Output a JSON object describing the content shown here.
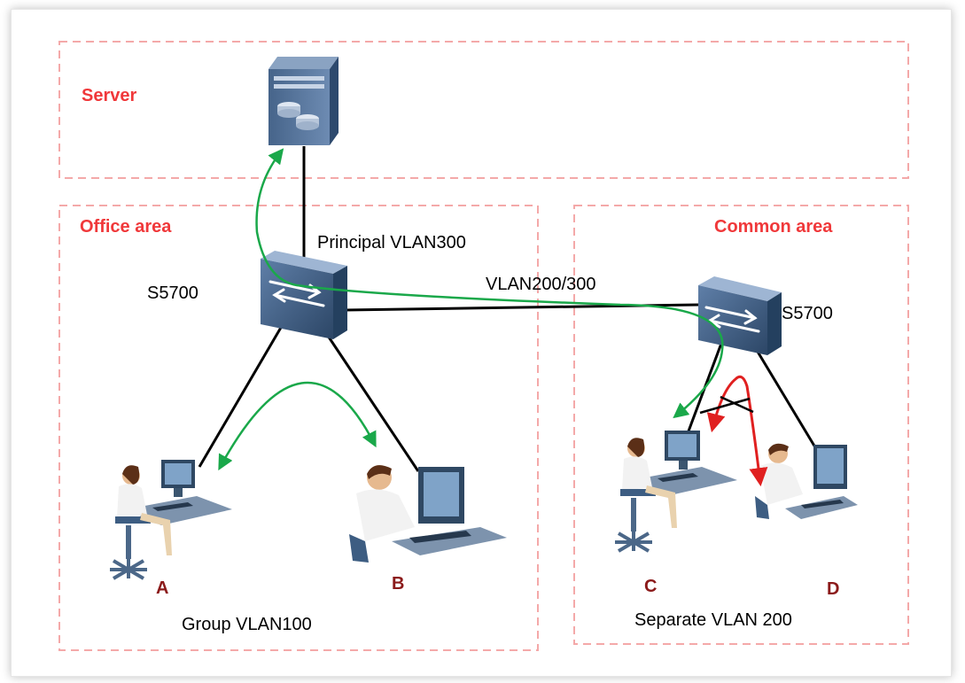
{
  "zones": {
    "server": "Server",
    "office": "Office area",
    "common": "Common area"
  },
  "labels": {
    "principal_vlan": "Principal VLAN300",
    "trunk_vlan": "VLAN200/300",
    "switch_left": "S5700",
    "switch_right": "S5700",
    "group_vlan": "Group VLAN100",
    "separate_vlan": "Separate VLAN 200"
  },
  "hosts": {
    "a": "A",
    "b": "B",
    "c": "C",
    "d": "D"
  },
  "colors": {
    "zone_border": "#f4a9a9",
    "zone_title": "#f0383a",
    "host_label": "#8b1a1a",
    "allowed_path": "#1aa84a",
    "blocked_path": "#e02020",
    "link": "#000000",
    "switch_body": "#3d5a80"
  },
  "icons": {
    "server": "server-icon",
    "switch": "switch-icon",
    "user": "user-at-computer-icon"
  }
}
